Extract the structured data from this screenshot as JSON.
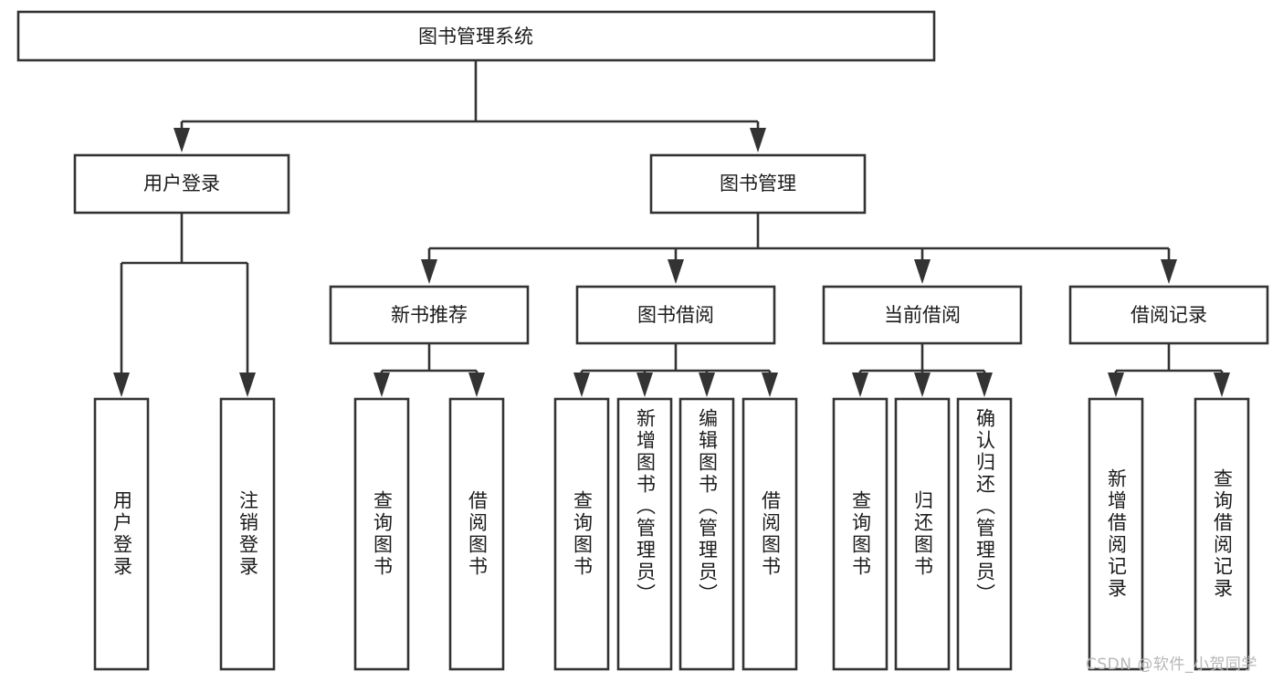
{
  "diagram": {
    "type": "tree-flowchart",
    "title_node": {
      "label": "图书管理系统"
    },
    "level2": [
      {
        "id": "user-login",
        "label": "用户登录"
      },
      {
        "id": "book-manage",
        "label": "图书管理"
      }
    ],
    "level3": [
      {
        "id": "new-book-rec",
        "label": "新书推荐"
      },
      {
        "id": "book-borrow",
        "label": "图书借阅"
      },
      {
        "id": "current-borrow",
        "label": "当前借阅"
      },
      {
        "id": "borrow-record",
        "label": "借阅记录"
      }
    ],
    "leaves": [
      {
        "id": "leaf-user-login",
        "label": "用户登录"
      },
      {
        "id": "leaf-logout",
        "label": "注销登录"
      },
      {
        "id": "leaf-query-book-1",
        "label": "查询图书"
      },
      {
        "id": "leaf-borrow-book-1",
        "label": "借阅图书"
      },
      {
        "id": "leaf-query-book-2",
        "label": "查询图书"
      },
      {
        "id": "leaf-add-book",
        "label": "新增图书（管理员）"
      },
      {
        "id": "leaf-edit-book",
        "label": "编辑图书（管理员）"
      },
      {
        "id": "leaf-borrow-book-2",
        "label": "借阅图书"
      },
      {
        "id": "leaf-query-book-3",
        "label": "查询图书"
      },
      {
        "id": "leaf-return-book",
        "label": "归还图书"
      },
      {
        "id": "leaf-confirm-return",
        "label": "确认归还（管理员）"
      },
      {
        "id": "leaf-add-record",
        "label": "新增借阅记录"
      },
      {
        "id": "leaf-query-record",
        "label": "查询借阅记录"
      }
    ],
    "colors": {
      "stroke": "#333333",
      "fill": "#ffffff",
      "text": "#1b1b1b",
      "watermark": "#b7b7b7"
    }
  },
  "watermark": {
    "text": "CSDN @软件_小贺同学"
  }
}
